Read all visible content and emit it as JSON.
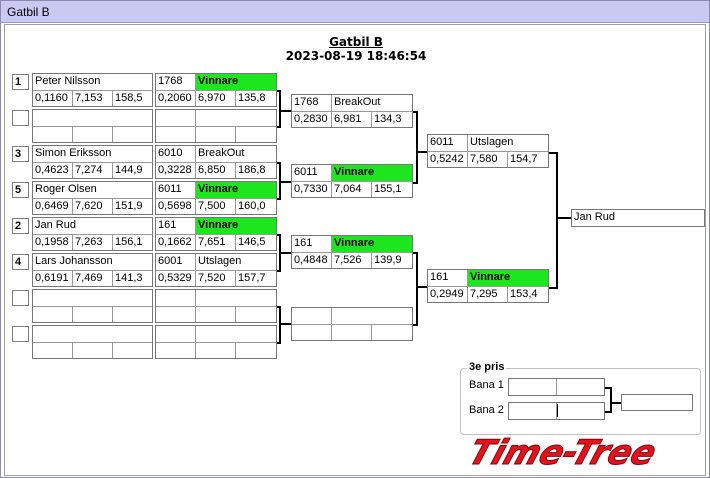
{
  "window": {
    "title": "Gatbil B"
  },
  "header": {
    "title": "Gatbil B",
    "datetime": "2023-08-19 18:46:54"
  },
  "seeds": [
    "1",
    "",
    "3",
    "5",
    "2",
    "4",
    "",
    ""
  ],
  "round1": [
    {
      "name": "Peter Nilsson",
      "rt": "0,1160",
      "et": "7,153",
      "speed": "158,5"
    },
    {
      "name": "",
      "rt": "",
      "et": "",
      "speed": ""
    },
    {
      "name": "Simon Eriksson",
      "rt": "0,4623",
      "et": "7,274",
      "speed": "144,9"
    },
    {
      "name": "Roger Olsen",
      "rt": "0,6469",
      "et": "7,620",
      "speed": "151,9"
    },
    {
      "name": "Jan Rud",
      "rt": "0,1958",
      "et": "7,263",
      "speed": "156,1"
    },
    {
      "name": "Lars Johansson",
      "rt": "0,6191",
      "et": "7,469",
      "speed": "141,3"
    },
    {
      "name": "",
      "rt": "",
      "et": "",
      "speed": ""
    },
    {
      "name": "",
      "rt": "",
      "et": "",
      "speed": ""
    }
  ],
  "round2": [
    {
      "num": "1768",
      "status": "Vinnare",
      "win": true,
      "rt": "0,2060",
      "et": "6,970",
      "speed": "135,8"
    },
    {
      "num": "",
      "status": "",
      "win": false,
      "rt": "",
      "et": "",
      "speed": ""
    },
    {
      "num": "6010",
      "status": "BreakOut",
      "win": false,
      "rt": "0,3228",
      "et": "6,850",
      "speed": "186,8"
    },
    {
      "num": "6011",
      "status": "Vinnare",
      "win": true,
      "rt": "0,5698",
      "et": "7,500",
      "speed": "160,0"
    },
    {
      "num": "161",
      "status": "Vinnare",
      "win": true,
      "rt": "0,1662",
      "et": "7,651",
      "speed": "146,5"
    },
    {
      "num": "6001",
      "status": "Utslagen",
      "win": false,
      "rt": "0,5329",
      "et": "7,520",
      "speed": "157,7"
    },
    {
      "num": "",
      "status": "",
      "win": false,
      "rt": "",
      "et": "",
      "speed": ""
    },
    {
      "num": "",
      "status": "",
      "win": false,
      "rt": "",
      "et": "",
      "speed": ""
    }
  ],
  "round3": [
    {
      "num": "1768",
      "status": "BreakOut",
      "win": false,
      "rt": "0,2830",
      "et": "6,981",
      "speed": "134,3"
    },
    {
      "num": "6011",
      "status": "Vinnare",
      "win": true,
      "rt": "0,7330",
      "et": "7,064",
      "speed": "155,1"
    },
    {
      "num": "161",
      "status": "Vinnare",
      "win": true,
      "rt": "0,4848",
      "et": "7,526",
      "speed": "139,9"
    },
    {
      "num": "",
      "status": "",
      "win": false,
      "rt": "",
      "et": "",
      "speed": ""
    }
  ],
  "round4": [
    {
      "num": "6011",
      "status": "Utslagen",
      "win": false,
      "rt": "0,5242",
      "et": "7,580",
      "speed": "154,7"
    },
    {
      "num": "161",
      "status": "Vinnare",
      "win": true,
      "rt": "0,2949",
      "et": "7,295",
      "speed": "153,4"
    }
  ],
  "winner": "Jan Rud",
  "third_prize": {
    "title": "3e pris",
    "lane1_label": "Bana 1",
    "lane2_label": "Bana 2",
    "result": ""
  },
  "logo": {
    "text": "Time-Tree",
    "color": "#e0141e"
  },
  "colors": {
    "winner_fill": "#1ee61e",
    "titlebar": "#c9c9f2"
  }
}
